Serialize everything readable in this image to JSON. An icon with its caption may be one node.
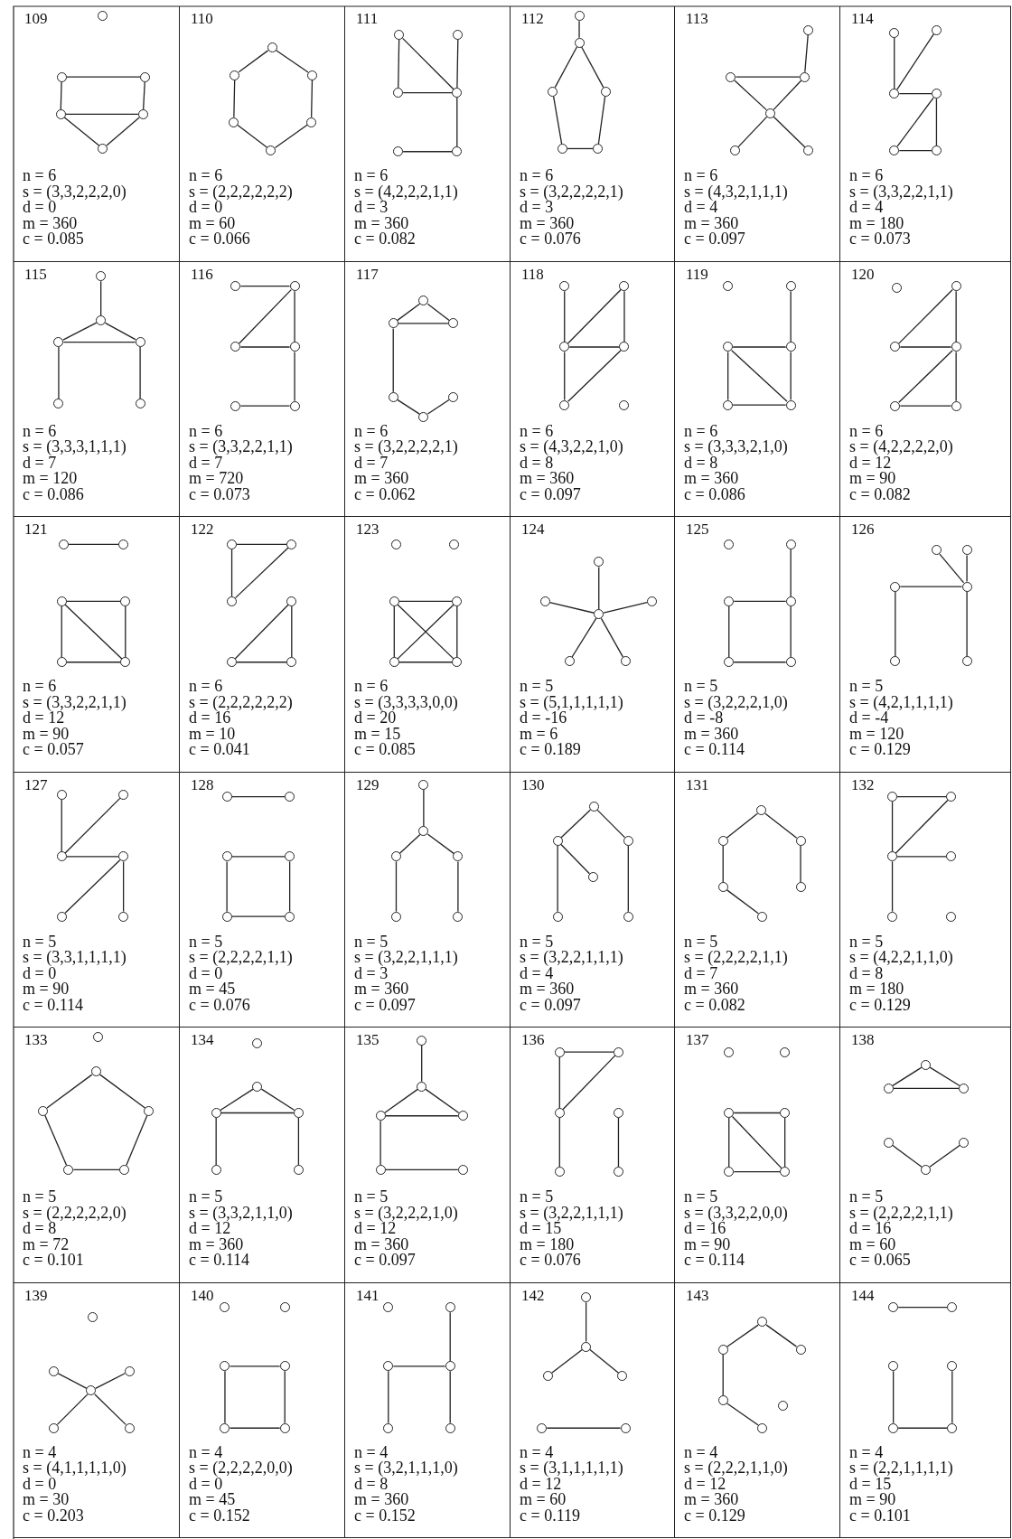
{
  "diagram": {
    "nodes": [
      {
        "text": [
          "109",
          "n = 6",
          "s = (3,3,2,2,2,0)",
          "d = 0",
          "m = 360",
          "c = 0.085"
        ]
      },
      {
        "text": [],
        "shape": "circle",
        "in": 0
      },
      {
        "text": [],
        "shape": "circle",
        "in": 0
      },
      {
        "text": [],
        "shape": "circle",
        "in": 0
      },
      {
        "text": [],
        "shape": "circle",
        "in": 0
      },
      {
        "text": [],
        "shape": "circle",
        "in": 0
      },
      {
        "text": [],
        "shape": "circle",
        "in": 0
      },
      {
        "text": [
          "110",
          "n = 6",
          "s = (2,2,2,2,2,2)",
          "d = 0",
          "m = 60",
          "c = 0.066"
        ]
      },
      {
        "text": [],
        "shape": "circle",
        "in": 7
      },
      {
        "text": [],
        "shape": "circle",
        "in": 7
      },
      {
        "text": [],
        "shape": "circle",
        "in": 7
      },
      {
        "text": [],
        "shape": "circle",
        "in": 7
      },
      {
        "text": [],
        "shape": "circle",
        "in": 7
      },
      {
        "text": [],
        "shape": "circle",
        "in": 7
      },
      {
        "text": [
          "111",
          "n = 6",
          "s = (4,2,2,2,1,1)",
          "d = 3",
          "m = 360",
          "c = 0.082"
        ]
      },
      {
        "text": [],
        "shape": "circle",
        "in": 14
      },
      {
        "text": [],
        "shape": "circle",
        "in": 14
      },
      {
        "text": [],
        "shape": "circle",
        "in": 14
      },
      {
        "text": [],
        "shape": "circle",
        "in": 14
      },
      {
        "text": [],
        "shape": "circle",
        "in": 14
      },
      {
        "text": [],
        "shape": "circle",
        "in": 14
      },
      {
        "text": [
          "112",
          "n = 6",
          "s = (3,2,2,2,2,1)",
          "d = 3",
          "m = 360",
          "c = 0.076"
        ]
      },
      {
        "text": [],
        "shape": "circle",
        "in": 21
      },
      {
        "text": [],
        "shape": "circle",
        "in": 21
      },
      {
        "text": [],
        "shape": "circle",
        "in": 21
      },
      {
        "text": [],
        "shape": "circle",
        "in": 21
      },
      {
        "text": [],
        "shape": "circle",
        "in": 21
      },
      {
        "text": [],
        "shape": "circle",
        "in": 21
      },
      {
        "text": [
          "113",
          "n = 6",
          "s = (4,3,2,1,1,1)",
          "d = 4",
          "m = 360",
          "c = 0.097"
        ]
      },
      {
        "text": [],
        "shape": "circle",
        "in": 28
      },
      {
        "text": [],
        "shape": "circle",
        "in": 28
      },
      {
        "text": [],
        "shape": "circle",
        "in": 28
      },
      {
        "text": [],
        "shape": "circle",
        "in": 28
      },
      {
        "text": [],
        "shape": "circle",
        "in": 28
      },
      {
        "text": [],
        "shape": "circle",
        "in": 28
      },
      {
        "text": [
          "114",
          "n = 6",
          "s = (3,3,2,2,1,1)",
          "d = 4",
          "m = 180",
          "c = 0.073"
        ]
      },
      {
        "text": [],
        "shape": "circle",
        "in": 35
      },
      {
        "text": [],
        "shape": "circle",
        "in": 35
      },
      {
        "text": [],
        "shape": "circle",
        "in": 35
      },
      {
        "text": [],
        "shape": "circle",
        "in": 35
      },
      {
        "text": [],
        "shape": "circle",
        "in": 35
      },
      {
        "text": [],
        "shape": "circle",
        "in": 35
      },
      {
        "text": [
          "115",
          "n = 6",
          "s = (3,3,3,1,1,1)",
          "d = 7",
          "m = 120",
          "c = 0.086"
        ]
      },
      {
        "text": [],
        "shape": "circle",
        "in": 42
      },
      {
        "text": [],
        "shape": "circle",
        "in": 42
      },
      {
        "text": [],
        "shape": "circle",
        "in": 42
      },
      {
        "text": [],
        "shape": "circle",
        "in": 42
      },
      {
        "text": [],
        "shape": "circle",
        "in": 42
      },
      {
        "text": [],
        "shape": "circle",
        "in": 42
      },
      {
        "text": [
          "116",
          "n = 6",
          "s = (3,3,2,2,1,1)",
          "d = 7",
          "m = 720",
          "c = 0.073"
        ]
      },
      {
        "text": [],
        "shape": "circle",
        "in": 49
      },
      {
        "text": [],
        "shape": "circle",
        "in": 49
      },
      {
        "text": [],
        "shape": "circle",
        "in": 49
      },
      {
        "text": [],
        "shape": "circle",
        "in": 49
      },
      {
        "text": [],
        "shape": "circle",
        "in": 49
      },
      {
        "text": [],
        "shape": "circle",
        "in": 49
      },
      {
        "text": [
          "117",
          "n = 6",
          "s = (3,2,2,2,2,1)",
          "d = 7",
          "m = 360",
          "c = 0.062"
        ]
      },
      {
        "text": [],
        "shape": "circle",
        "in": 56
      },
      {
        "text": [],
        "shape": "circle",
        "in": 56
      },
      {
        "text": [],
        "shape": "circle",
        "in": 56
      },
      {
        "text": [],
        "shape": "circle",
        "in": 56
      },
      {
        "text": [],
        "shape": "circle",
        "in": 56
      },
      {
        "text": [],
        "shape": "circle",
        "in": 56
      },
      {
        "text": [
          "118",
          "n = 6",
          "s = (4,3,2,2,1,0)",
          "d = 8",
          "m = 360",
          "c = 0.097"
        ]
      },
      {
        "text": [],
        "shape": "circle",
        "in": 63
      },
      {
        "text": [],
        "shape": "circle",
        "in": 63
      },
      {
        "text": [],
        "shape": "circle",
        "in": 63
      },
      {
        "text": [],
        "shape": "circle",
        "in": 63
      },
      {
        "text": [],
        "shape": "circle",
        "in": 63
      },
      {
        "text": [],
        "shape": "circle",
        "in": 63
      },
      {
        "text": [
          "119",
          "n = 6",
          "s = (3,3,3,2,1,0)",
          "d = 8",
          "m = 360",
          "c = 0.086"
        ]
      },
      {
        "text": [],
        "shape": "circle",
        "in": 70
      },
      {
        "text": [],
        "shape": "circle",
        "in": 70
      },
      {
        "text": [],
        "shape": "circle",
        "in": 70
      },
      {
        "text": [],
        "shape": "circle",
        "in": 70
      },
      {
        "text": [],
        "shape": "circle",
        "in": 70
      },
      {
        "text": [],
        "shape": "circle",
        "in": 70
      },
      {
        "text": [
          "120",
          "n = 6",
          "s = (4,2,2,2,2,0)",
          "d = 12",
          "m = 90",
          "c = 0.082"
        ]
      },
      {
        "text": [],
        "shape": "circle",
        "in": 77
      },
      {
        "text": [],
        "shape": "circle",
        "in": 77
      },
      {
        "text": [],
        "shape": "circle",
        "in": 77
      },
      {
        "text": [],
        "shape": "circle",
        "in": 77
      },
      {
        "text": [],
        "shape": "circle",
        "in": 77
      },
      {
        "text": [],
        "shape": "circle",
        "in": 77
      },
      {
        "text": [
          "121",
          "n = 6",
          "s = (3,3,2,2,1,1)",
          "d = 12",
          "m = 90",
          "c = 0.057"
        ]
      },
      {
        "text": [],
        "shape": "circle",
        "in": 84
      },
      {
        "text": [],
        "shape": "circle",
        "in": 84
      },
      {
        "text": [],
        "shape": "circle",
        "in": 84
      },
      {
        "text": [],
        "shape": "circle",
        "in": 84
      },
      {
        "text": [],
        "shape": "circle",
        "in": 84
      },
      {
        "text": [],
        "shape": "circle",
        "in": 84
      },
      {
        "text": [
          "122",
          "n = 6",
          "s = (2,2,2,2,2,2)",
          "d = 16",
          "m = 10",
          "c = 0.041"
        ]
      },
      {
        "text": [],
        "shape": "circle",
        "in": 91
      },
      {
        "text": [],
        "shape": "circle",
        "in": 91
      },
      {
        "text": [],
        "shape": "circle",
        "in": 91
      },
      {
        "text": [],
        "shape": "circle",
        "in": 91
      },
      {
        "text": [],
        "shape": "circle",
        "in": 91
      },
      {
        "text": [],
        "shape": "circle",
        "in": 91
      },
      {
        "text": [
          "123",
          "n = 6",
          "s = (3,3,3,3,0,0)",
          "d = 20",
          "m = 15",
          "c = 0.085"
        ]
      },
      {
        "text": [],
        "shape": "circle",
        "in": 98
      },
      {
        "text": [],
        "shape": "circle",
        "in": 98
      },
      {
        "text": [],
        "shape": "circle",
        "in": 98
      },
      {
        "text": [],
        "shape": "circle",
        "in": 98
      },
      {
        "text": [],
        "shape": "circle",
        "in": 98
      },
      {
        "text": [],
        "shape": "circle",
        "in": 98
      },
      {
        "text": [
          "124",
          "n = 5",
          "s = (5,1,1,1,1,1)",
          "d = -16",
          "m = 6",
          "c = 0.189"
        ]
      },
      {
        "text": [],
        "shape": "circle",
        "in": 105
      },
      {
        "text": [],
        "shape": "circle",
        "in": 105
      },
      {
        "text": [],
        "shape": "circle",
        "in": 105
      },
      {
        "text": [],
        "shape": "circle",
        "in": 105
      },
      {
        "text": [],
        "shape": "circle",
        "in": 105
      },
      {
        "text": [],
        "shape": "circle",
        "in": 105
      },
      {
        "text": [
          "125",
          "n = 5",
          "s = (3,2,2,2,1,0)",
          "d = -8",
          "m = 360",
          "c = 0.114"
        ]
      },
      {
        "text": [],
        "shape": "circle",
        "in": 112
      },
      {
        "text": [],
        "shape": "circle",
        "in": 112
      },
      {
        "text": [],
        "shape": "circle",
        "in": 112
      },
      {
        "text": [],
        "shape": "circle",
        "in": 112
      },
      {
        "text": [],
        "shape": "circle",
        "in": 112
      },
      {
        "text": [],
        "shape": "circle",
        "in": 112
      },
      {
        "text": [
          "126",
          "n = 5",
          "s = (4,2,1,1,1,1)",
          "d = -4",
          "m = 120",
          "c = 0.129"
        ]
      },
      {
        "text": [],
        "shape": "circle",
        "in": 119
      },
      {
        "text": [],
        "shape": "circle",
        "in": 119
      },
      {
        "text": [],
        "shape": "circle",
        "in": 119
      },
      {
        "text": [],
        "shape": "circle",
        "in": 119
      },
      {
        "text": [],
        "shape": "circle",
        "in": 119
      },
      {
        "text": [],
        "shape": "circle",
        "in": 119
      },
      {
        "text": [
          "127",
          "n = 5",
          "s = (3,3,1,1,1,1)",
          "d = 0",
          "m = 90",
          "c = 0.114"
        ]
      },
      {
        "text": [],
        "shape": "circle",
        "in": 126
      },
      {
        "text": [],
        "shape": "circle",
        "in": 126
      },
      {
        "text": [],
        "shape": "circle",
        "in": 126
      },
      {
        "text": [],
        "shape": "circle",
        "in": 126
      },
      {
        "text": [],
        "shape": "circle",
        "in": 126
      },
      {
        "text": [],
        "shape": "circle",
        "in": 126
      },
      {
        "text": [
          "128",
          "n = 5",
          "s = (2,2,2,2,1,1)",
          "d = 0",
          "m = 45",
          "c = 0.076"
        ]
      },
      {
        "text": [],
        "shape": "circle",
        "in": 133
      },
      {
        "text": [],
        "shape": "circle",
        "in": 133
      },
      {
        "text": [],
        "shape": "circle",
        "in": 133
      },
      {
        "text": [],
        "shape": "circle",
        "in": 133
      },
      {
        "text": [],
        "shape": "circle",
        "in": 133
      },
      {
        "text": [],
        "shape": "circle",
        "in": 133
      },
      {
        "text": [
          "129",
          "n = 5",
          "s = (3,2,2,1,1,1)",
          "d = 3",
          "m = 360",
          "c = 0.097"
        ]
      },
      {
        "text": [],
        "shape": "circle",
        "in": 140
      },
      {
        "text": [],
        "shape": "circle",
        "in": 140
      },
      {
        "text": [],
        "shape": "circle",
        "in": 140
      },
      {
        "text": [],
        "shape": "circle",
        "in": 140
      },
      {
        "text": [],
        "shape": "circle",
        "in": 140
      },
      {
        "text": [],
        "shape": "circle",
        "in": 140
      },
      {
        "text": [
          "130",
          "n = 5",
          "s = (3,2,2,1,1,1)",
          "d = 4",
          "m = 360",
          "c = 0.097"
        ]
      },
      {
        "text": [],
        "shape": "circle",
        "in": 147
      },
      {
        "text": [],
        "shape": "circle",
        "in": 147
      },
      {
        "text": [],
        "shape": "circle",
        "in": 147
      },
      {
        "text": [],
        "shape": "circle",
        "in": 147
      },
      {
        "text": [],
        "shape": "circle",
        "in": 147
      },
      {
        "text": [],
        "shape": "circle",
        "in": 147
      },
      {
        "text": [
          "131",
          "n = 5",
          "s = (2,2,2,2,1,1)",
          "d = 7",
          "m = 360",
          "c = 0.082"
        ]
      },
      {
        "text": [],
        "shape": "circle",
        "in": 154
      },
      {
        "text": [],
        "shape": "circle",
        "in": 154
      },
      {
        "text": [],
        "shape": "circle",
        "in": 154
      },
      {
        "text": [],
        "shape": "circle",
        "in": 154
      },
      {
        "text": [],
        "shape": "circle",
        "in": 154
      },
      {
        "text": [],
        "shape": "circle",
        "in": 154
      },
      {
        "text": [
          "132",
          "n = 5",
          "s = (4,2,2,1,1,0)",
          "d = 8",
          "m = 180",
          "c = 0.129"
        ]
      },
      {
        "text": [],
        "shape": "circle",
        "in": 161
      },
      {
        "text": [],
        "shape": "circle",
        "in": 161
      },
      {
        "text": [],
        "shape": "circle",
        "in": 161
      },
      {
        "text": [],
        "shape": "circle",
        "in": 161
      },
      {
        "text": [],
        "shape": "circle",
        "in": 161
      },
      {
        "text": [],
        "shape": "circle",
        "in": 161
      },
      {
        "text": [
          "133",
          "n = 5",
          "s = (2,2,2,2,2,0)",
          "d = 8",
          "m = 72",
          "c = 0.101"
        ]
      },
      {
        "text": [],
        "shape": "circle",
        "in": 168
      },
      {
        "text": [],
        "shape": "circle",
        "in": 168
      },
      {
        "text": [],
        "shape": "circle",
        "in": 168
      },
      {
        "text": [],
        "shape": "circle",
        "in": 168
      },
      {
        "text": [],
        "shape": "circle",
        "in": 168
      },
      {
        "text": [],
        "shape": "circle",
        "in": 168
      },
      {
        "text": [
          "134",
          "n = 5",
          "s = (3,3,2,1,1,0)",
          "d = 12",
          "m = 360",
          "c = 0.114"
        ]
      },
      {
        "text": [],
        "shape": "circle",
        "in": 175
      },
      {
        "text": [],
        "shape": "circle",
        "in": 175
      },
      {
        "text": [],
        "shape": "circle",
        "in": 175
      },
      {
        "text": [],
        "shape": "circle",
        "in": 175
      },
      {
        "text": [],
        "shape": "circle",
        "in": 175
      },
      {
        "text": [],
        "shape": "circle",
        "in": 175
      },
      {
        "text": [
          "135",
          "n = 5",
          "s = (3,2,2,2,1,0)",
          "d = 12",
          "m = 360",
          "c = 0.097"
        ]
      },
      {
        "text": [],
        "shape": "circle",
        "in": 182
      },
      {
        "text": [],
        "shape": "circle",
        "in": 182
      },
      {
        "text": [],
        "shape": "circle",
        "in": 182
      },
      {
        "text": [],
        "shape": "circle",
        "in": 182
      },
      {
        "text": [],
        "shape": "circle",
        "in": 182
      },
      {
        "text": [],
        "shape": "circle",
        "in": 182
      },
      {
        "text": [
          "136",
          "n = 5",
          "s = (3,2,2,1,1,1)",
          "d = 15",
          "m = 180",
          "c = 0.076"
        ]
      },
      {
        "text": [],
        "shape": "circle",
        "in": 189
      },
      {
        "text": [],
        "shape": "circle",
        "in": 189
      },
      {
        "text": [],
        "shape": "circle",
        "in": 189
      },
      {
        "text": [],
        "shape": "circle",
        "in": 189
      },
      {
        "text": [],
        "shape": "circle",
        "in": 189
      },
      {
        "text": [],
        "shape": "circle",
        "in": 189
      },
      {
        "text": [
          "137",
          "n = 5",
          "s = (3,3,2,2,0,0)",
          "d = 16",
          "m = 90",
          "c = 0.114"
        ]
      },
      {
        "text": [],
        "shape": "circle",
        "in": 196
      },
      {
        "text": [],
        "shape": "circle",
        "in": 196
      },
      {
        "text": [],
        "shape": "circle",
        "in": 196
      },
      {
        "text": [],
        "shape": "circle",
        "in": 196
      },
      {
        "text": [],
        "shape": "circle",
        "in": 196
      },
      {
        "text": [],
        "shape": "circle",
        "in": 196
      },
      {
        "text": [
          "138",
          "n = 5",
          "s = (2,2,2,2,1,1)",
          "d = 16",
          "m = 60",
          "c = 0.065"
        ]
      },
      {
        "text": [],
        "shape": "circle",
        "in": 203
      },
      {
        "text": [],
        "shape": "circle",
        "in": 203
      },
      {
        "text": [],
        "shape": "circle",
        "in": 203
      },
      {
        "text": [],
        "shape": "circle",
        "in": 203
      },
      {
        "text": [],
        "shape": "circle",
        "in": 203
      },
      {
        "text": [],
        "shape": "circle",
        "in": 203
      },
      {
        "text": [
          "139",
          "n = 4",
          "s = (4,1,1,1,1,0)",
          "d = 0",
          "m = 30",
          "c = 0.203"
        ]
      },
      {
        "text": [],
        "shape": "circle",
        "in": 210
      },
      {
        "text": [],
        "shape": "circle",
        "in": 210
      },
      {
        "text": [],
        "shape": "circle",
        "in": 210
      },
      {
        "text": [],
        "shape": "circle",
        "in": 210
      },
      {
        "text": [],
        "shape": "circle",
        "in": 210
      },
      {
        "text": [],
        "shape": "circle",
        "in": 210
      },
      {
        "text": [
          "140",
          "n = 4",
          "s = (2,2,2,2,0,0)",
          "d = 0",
          "m = 45",
          "c = 0.152"
        ]
      },
      {
        "text": [],
        "shape": "circle",
        "in": 217
      },
      {
        "text": [],
        "shape": "circle",
        "in": 217
      },
      {
        "text": [],
        "shape": "circle",
        "in": 217
      },
      {
        "text": [],
        "shape": "circle",
        "in": 217
      },
      {
        "text": [],
        "shape": "circle",
        "in": 217
      },
      {
        "text": [],
        "shape": "circle",
        "in": 217
      },
      {
        "text": [
          "141",
          "n = 4",
          "s = (3,2,1,1,1,0)",
          "d = 8",
          "m = 360",
          "c = 0.152"
        ]
      },
      {
        "text": [],
        "shape": "circle",
        "in": 224
      },
      {
        "text": [],
        "shape": "circle",
        "in": 224
      },
      {
        "text": [],
        "shape": "circle",
        "in": 224
      },
      {
        "text": [],
        "shape": "circle",
        "in": 224
      },
      {
        "text": [],
        "shape": "circle",
        "in": 224
      },
      {
        "text": [],
        "shape": "circle",
        "in": 224
      },
      {
        "text": [
          "142",
          "n = 4",
          "s = (3,1,1,1,1,1)",
          "d = 12",
          "m = 60",
          "c = 0.119"
        ]
      },
      {
        "text": [],
        "shape": "circle",
        "in": 231
      },
      {
        "text": [],
        "shape": "circle",
        "in": 231
      },
      {
        "text": [],
        "shape": "circle",
        "in": 231
      },
      {
        "text": [],
        "shape": "circle",
        "in": 231
      },
      {
        "text": [],
        "shape": "circle",
        "in": 231
      },
      {
        "text": [],
        "shape": "circle",
        "in": 231
      },
      {
        "text": [
          "143",
          "n = 4",
          "s = (2,2,2,1,1,0)",
          "d = 12",
          "m = 360",
          "c = 0.129"
        ]
      },
      {
        "text": [],
        "shape": "circle",
        "in": 238
      },
      {
        "text": [],
        "shape": "circle",
        "in": 238
      },
      {
        "text": [],
        "shape": "circle",
        "in": 238
      },
      {
        "text": [],
        "shape": "circle",
        "in": 238
      },
      {
        "text": [],
        "shape": "circle",
        "in": 238
      },
      {
        "text": [],
        "shape": "circle",
        "in": 238
      },
      {
        "text": [
          "144",
          "n = 4",
          "s = (2,2,1,1,1,1)",
          "d = 15",
          "m = 90",
          "c = 0.101"
        ]
      },
      {
        "text": [],
        "shape": "circle",
        "in": 245
      },
      {
        "text": [],
        "shape": "circle",
        "in": 245
      },
      {
        "text": [],
        "shape": "circle",
        "in": 245
      },
      {
        "text": [],
        "shape": "circle",
        "in": 245
      },
      {
        "text": [],
        "shape": "circle",
        "in": 245
      },
      {
        "text": [],
        "shape": "circle",
        "in": 245
      }
    ],
    "edges": [
      {
        "from": 2,
        "to": 3,
        "arrow": "none"
      },
      {
        "from": 2,
        "to": 4,
        "arrow": "none"
      },
      {
        "from": 3,
        "to": 5,
        "arrow": "none"
      },
      {
        "from": 4,
        "to": 5,
        "arrow": "none"
      },
      {
        "from": 4,
        "to": 6,
        "arrow": "none"
      },
      {
        "from": 5,
        "to": 6,
        "arrow": "none"
      },
      {
        "from": 8,
        "to": 9,
        "arrow": "none"
      },
      {
        "from": 8,
        "to": 10,
        "arrow": "none"
      },
      {
        "from": 9,
        "to": 11,
        "arrow": "none"
      },
      {
        "from": 10,
        "to": 12,
        "arrow": "none"
      },
      {
        "from": 11,
        "to": 13,
        "arrow": "none"
      },
      {
        "from": 12,
        "to": 13,
        "arrow": "none"
      },
      {
        "from": 15,
        "to": 17,
        "arrow": "none"
      },
      {
        "from": 15,
        "to": 18,
        "arrow": "none"
      },
      {
        "from": 16,
        "to": 18,
        "arrow": "none"
      },
      {
        "from": 17,
        "to": 18,
        "arrow": "none"
      },
      {
        "from": 18,
        "to": 20,
        "arrow": "none"
      },
      {
        "from": 19,
        "to": 20,
        "arrow": "none"
      },
      {
        "from": 22,
        "to": 23,
        "arrow": "none"
      },
      {
        "from": 23,
        "to": 24,
        "arrow": "none"
      },
      {
        "from": 23,
        "to": 25,
        "arrow": "none"
      },
      {
        "from": 24,
        "to": 26,
        "arrow": "none"
      },
      {
        "from": 25,
        "to": 27,
        "arrow": "none"
      },
      {
        "from": 26,
        "to": 27,
        "arrow": "none"
      },
      {
        "from": 29,
        "to": 31,
        "arrow": "none"
      },
      {
        "from": 30,
        "to": 31,
        "arrow": "none"
      },
      {
        "from": 30,
        "to": 32,
        "arrow": "none"
      },
      {
        "from": 31,
        "to": 32,
        "arrow": "none"
      },
      {
        "from": 32,
        "to": 33,
        "arrow": "none"
      },
      {
        "from": 32,
        "to": 34,
        "arrow": "none"
      },
      {
        "from": 36,
        "to": 38,
        "arrow": "none"
      },
      {
        "from": 37,
        "to": 38,
        "arrow": "none"
      },
      {
        "from": 38,
        "to": 39,
        "arrow": "none"
      },
      {
        "from": 39,
        "to": 40,
        "arrow": "none"
      },
      {
        "from": 39,
        "to": 41,
        "arrow": "none"
      },
      {
        "from": 40,
        "to": 41,
        "arrow": "none"
      },
      {
        "from": 43,
        "to": 44,
        "arrow": "none"
      },
      {
        "from": 44,
        "to": 45,
        "arrow": "none"
      },
      {
        "from": 44,
        "to": 46,
        "arrow": "none"
      },
      {
        "from": 45,
        "to": 46,
        "arrow": "none"
      },
      {
        "from": 45,
        "to": 47,
        "arrow": "none"
      },
      {
        "from": 46,
        "to": 48,
        "arrow": "none"
      },
      {
        "from": 50,
        "to": 51,
        "arrow": "none"
      },
      {
        "from": 51,
        "to": 52,
        "arrow": "none"
      },
      {
        "from": 51,
        "to": 53,
        "arrow": "none"
      },
      {
        "from": 52,
        "to": 53,
        "arrow": "none"
      },
      {
        "from": 53,
        "to": 55,
        "arrow": "none"
      },
      {
        "from": 54,
        "to": 55,
        "arrow": "none"
      },
      {
        "from": 57,
        "to": 58,
        "arrow": "none"
      },
      {
        "from": 57,
        "to": 59,
        "arrow": "none"
      },
      {
        "from": 58,
        "to": 59,
        "arrow": "none"
      },
      {
        "from": 58,
        "to": 60,
        "arrow": "none"
      },
      {
        "from": 60,
        "to": 61,
        "arrow": "none"
      },
      {
        "from": 61,
        "to": 62,
        "arrow": "none"
      },
      {
        "from": 64,
        "to": 66,
        "arrow": "none"
      },
      {
        "from": 65,
        "to": 66,
        "arrow": "none"
      },
      {
        "from": 65,
        "to": 67,
        "arrow": "none"
      },
      {
        "from": 66,
        "to": 68,
        "arrow": "none"
      },
      {
        "from": 67,
        "to": 68,
        "arrow": "none"
      },
      {
        "from": 66,
        "to": 67,
        "arrow": "none"
      },
      {
        "from": 72,
        "to": 74,
        "arrow": "none"
      },
      {
        "from": 73,
        "to": 74,
        "arrow": "none"
      },
      {
        "from": 73,
        "to": 75,
        "arrow": "none"
      },
      {
        "from": 74,
        "to": 76,
        "arrow": "none"
      },
      {
        "from": 75,
        "to": 76,
        "arrow": "none"
      },
      {
        "from": 73,
        "to": 76,
        "arrow": "none"
      },
      {
        "from": 79,
        "to": 80,
        "arrow": "none"
      },
      {
        "from": 80,
        "to": 81,
        "arrow": "none"
      },
      {
        "from": 79,
        "to": 81,
        "arrow": "none"
      },
      {
        "from": 81,
        "to": 83,
        "arrow": "none"
      },
      {
        "from": 81,
        "to": 82,
        "arrow": "none"
      },
      {
        "from": 82,
        "to": 83,
        "arrow": "none"
      },
      {
        "from": 85,
        "to": 86,
        "arrow": "none"
      },
      {
        "from": 87,
        "to": 88,
        "arrow": "none"
      },
      {
        "from": 87,
        "to": 89,
        "arrow": "none"
      },
      {
        "from": 88,
        "to": 90,
        "arrow": "none"
      },
      {
        "from": 89,
        "to": 90,
        "arrow": "none"
      },
      {
        "from": 87,
        "to": 90,
        "arrow": "none"
      },
      {
        "from": 92,
        "to": 93,
        "arrow": "none"
      },
      {
        "from": 92,
        "to": 94,
        "arrow": "none"
      },
      {
        "from": 93,
        "to": 94,
        "arrow": "none"
      },
      {
        "from": 95,
        "to": 96,
        "arrow": "none"
      },
      {
        "from": 95,
        "to": 97,
        "arrow": "none"
      },
      {
        "from": 96,
        "to": 97,
        "arrow": "none"
      },
      {
        "from": 101,
        "to": 102,
        "arrow": "none"
      },
      {
        "from": 101,
        "to": 103,
        "arrow": "none"
      },
      {
        "from": 102,
        "to": 104,
        "arrow": "none"
      },
      {
        "from": 103,
        "to": 104,
        "arrow": "none"
      },
      {
        "from": 101,
        "to": 104,
        "arrow": "none"
      },
      {
        "from": 102,
        "to": 103,
        "arrow": "none"
      },
      {
        "from": 109,
        "to": 106,
        "arrow": "none"
      },
      {
        "from": 109,
        "to": 107,
        "arrow": "none"
      },
      {
        "from": 109,
        "to": 108,
        "arrow": "none"
      },
      {
        "from": 109,
        "to": 110,
        "arrow": "none"
      },
      {
        "from": 109,
        "to": 111,
        "arrow": "none"
      },
      {
        "from": 114,
        "to": 116,
        "arrow": "none"
      },
      {
        "from": 115,
        "to": 116,
        "arrow": "none"
      },
      {
        "from": 115,
        "to": 117,
        "arrow": "none"
      },
      {
        "from": 116,
        "to": 118,
        "arrow": "none"
      },
      {
        "from": 117,
        "to": 118,
        "arrow": "none"
      },
      {
        "from": 122,
        "to": 123,
        "arrow": "none"
      },
      {
        "from": 120,
        "to": 123,
        "arrow": "none"
      },
      {
        "from": 121,
        "to": 123,
        "arrow": "none"
      },
      {
        "from": 122,
        "to": 124,
        "arrow": "none"
      },
      {
        "from": 123,
        "to": 125,
        "arrow": "none"
      },
      {
        "from": 127,
        "to": 129,
        "arrow": "none"
      },
      {
        "from": 128,
        "to": 129,
        "arrow": "none"
      },
      {
        "from": 129,
        "to": 130,
        "arrow": "none"
      },
      {
        "from": 130,
        "to": 131,
        "arrow": "none"
      },
      {
        "from": 130,
        "to": 132,
        "arrow": "none"
      },
      {
        "from": 134,
        "to": 135,
        "arrow": "none"
      },
      {
        "from": 136,
        "to": 137,
        "arrow": "none"
      },
      {
        "from": 136,
        "to": 138,
        "arrow": "none"
      },
      {
        "from": 137,
        "to": 139,
        "arrow": "none"
      },
      {
        "from": 138,
        "to": 139,
        "arrow": "none"
      },
      {
        "from": 141,
        "to": 142,
        "arrow": "none"
      },
      {
        "from": 142,
        "to": 143,
        "arrow": "none"
      },
      {
        "from": 142,
        "to": 144,
        "arrow": "none"
      },
      {
        "from": 143,
        "to": 145,
        "arrow": "none"
      },
      {
        "from": 144,
        "to": 146,
        "arrow": "none"
      },
      {
        "from": 148,
        "to": 149,
        "arrow": "none"
      },
      {
        "from": 148,
        "to": 150,
        "arrow": "none"
      },
      {
        "from": 149,
        "to": 151,
        "arrow": "none"
      },
      {
        "from": 149,
        "to": 152,
        "arrow": "none"
      },
      {
        "from": 150,
        "to": 153,
        "arrow": "none"
      },
      {
        "from": 155,
        "to": 156,
        "arrow": "none"
      },
      {
        "from": 155,
        "to": 157,
        "arrow": "none"
      },
      {
        "from": 156,
        "to": 158,
        "arrow": "none"
      },
      {
        "from": 157,
        "to": 159,
        "arrow": "none"
      },
      {
        "from": 158,
        "to": 160,
        "arrow": "none"
      },
      {
        "from": 162,
        "to": 163,
        "arrow": "none"
      },
      {
        "from": 162,
        "to": 164,
        "arrow": "none"
      },
      {
        "from": 163,
        "to": 164,
        "arrow": "none"
      },
      {
        "from": 164,
        "to": 165,
        "arrow": "none"
      },
      {
        "from": 164,
        "to": 166,
        "arrow": "none"
      },
      {
        "from": 170,
        "to": 171,
        "arrow": "none"
      },
      {
        "from": 170,
        "to": 172,
        "arrow": "none"
      },
      {
        "from": 171,
        "to": 173,
        "arrow": "none"
      },
      {
        "from": 172,
        "to": 174,
        "arrow": "none"
      },
      {
        "from": 173,
        "to": 174,
        "arrow": "none"
      },
      {
        "from": 177,
        "to": 178,
        "arrow": "none"
      },
      {
        "from": 177,
        "to": 179,
        "arrow": "none"
      },
      {
        "from": 178,
        "to": 179,
        "arrow": "none"
      },
      {
        "from": 178,
        "to": 180,
        "arrow": "none"
      },
      {
        "from": 179,
        "to": 181,
        "arrow": "none"
      },
      {
        "from": 183,
        "to": 184,
        "arrow": "none"
      },
      {
        "from": 184,
        "to": 185,
        "arrow": "none"
      },
      {
        "from": 184,
        "to": 186,
        "arrow": "none"
      },
      {
        "from": 185,
        "to": 186,
        "arrow": "none"
      },
      {
        "from": 185,
        "to": 187,
        "arrow": "none"
      },
      {
        "from": 187,
        "to": 188,
        "arrow": "none"
      },
      {
        "from": 190,
        "to": 191,
        "arrow": "none"
      },
      {
        "from": 190,
        "to": 192,
        "arrow": "none"
      },
      {
        "from": 191,
        "to": 192,
        "arrow": "none"
      },
      {
        "from": 192,
        "to": 194,
        "arrow": "none"
      },
      {
        "from": 193,
        "to": 195,
        "arrow": "none"
      },
      {
        "from": 199,
        "to": 200,
        "arrow": "none"
      },
      {
        "from": 199,
        "to": 201,
        "arrow": "none"
      },
      {
        "from": 200,
        "to": 202,
        "arrow": "none"
      },
      {
        "from": 201,
        "to": 202,
        "arrow": "none"
      },
      {
        "from": 199,
        "to": 202,
        "arrow": "none"
      },
      {
        "from": 204,
        "to": 205,
        "arrow": "none"
      },
      {
        "from": 204,
        "to": 206,
        "arrow": "none"
      },
      {
        "from": 205,
        "to": 206,
        "arrow": "none"
      },
      {
        "from": 207,
        "to": 208,
        "arrow": "none"
      },
      {
        "from": 208,
        "to": 209,
        "arrow": "none"
      },
      {
        "from": 214,
        "to": 212,
        "arrow": "none"
      },
      {
        "from": 214,
        "to": 213,
        "arrow": "none"
      },
      {
        "from": 214,
        "to": 215,
        "arrow": "none"
      },
      {
        "from": 214,
        "to": 216,
        "arrow": "none"
      },
      {
        "from": 220,
        "to": 221,
        "arrow": "none"
      },
      {
        "from": 220,
        "to": 222,
        "arrow": "none"
      },
      {
        "from": 221,
        "to": 223,
        "arrow": "none"
      },
      {
        "from": 222,
        "to": 223,
        "arrow": "none"
      },
      {
        "from": 226,
        "to": 228,
        "arrow": "none"
      },
      {
        "from": 227,
        "to": 228,
        "arrow": "none"
      },
      {
        "from": 227,
        "to": 229,
        "arrow": "none"
      },
      {
        "from": 228,
        "to": 230,
        "arrow": "none"
      },
      {
        "from": 232,
        "to": 233,
        "arrow": "none"
      },
      {
        "from": 233,
        "to": 234,
        "arrow": "none"
      },
      {
        "from": 233,
        "to": 235,
        "arrow": "none"
      },
      {
        "from": 236,
        "to": 237,
        "arrow": "none"
      },
      {
        "from": 239,
        "to": 240,
        "arrow": "none"
      },
      {
        "from": 239,
        "to": 241,
        "arrow": "none"
      },
      {
        "from": 240,
        "to": 242,
        "arrow": "none"
      },
      {
        "from": 242,
        "to": 243,
        "arrow": "none"
      },
      {
        "from": 246,
        "to": 247,
        "arrow": "none"
      },
      {
        "from": 248,
        "to": 250,
        "arrow": "none"
      },
      {
        "from": 249,
        "to": 251,
        "arrow": "none"
      },
      {
        "from": 250,
        "to": 251,
        "arrow": "none"
      }
    ]
  }
}
